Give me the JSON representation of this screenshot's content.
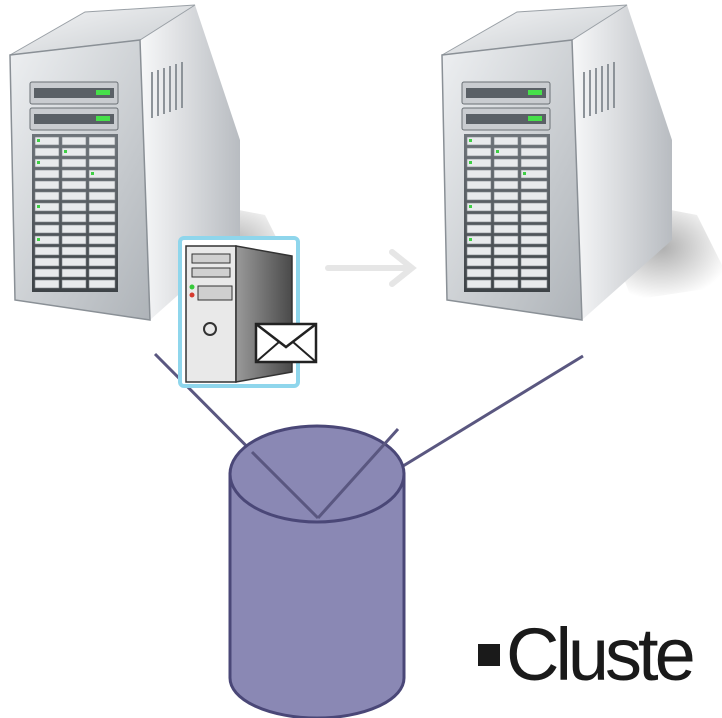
{
  "diagram": {
    "nodes": [
      {
        "id": "server-left",
        "kind": "server-tower",
        "icon": "server-tower-icon"
      },
      {
        "id": "server-right",
        "kind": "server-tower",
        "icon": "server-tower-icon"
      },
      {
        "id": "mail-server",
        "kind": "mail-server",
        "icon": "mail-server-icon"
      },
      {
        "id": "shared-storage",
        "kind": "database-cylinder",
        "icon": "database-icon"
      }
    ],
    "edges": [
      {
        "from": "mail-server",
        "to": "server-right",
        "style": "faint-arrow"
      },
      {
        "from": "server-left",
        "to": "shared-storage",
        "style": "line"
      },
      {
        "from": "server-right",
        "to": "shared-storage",
        "style": "line"
      }
    ],
    "bullet_text": "Cluste"
  },
  "colors": {
    "storage_fill": "#8a88b4",
    "storage_stroke": "#4a4777",
    "connector": "#5a5780",
    "arrow": "#e6e6e6",
    "text": "#1a1a1a"
  }
}
